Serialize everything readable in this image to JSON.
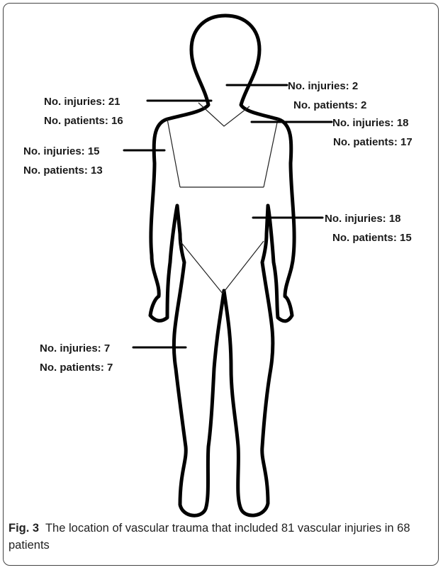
{
  "figure": {
    "labels": [
      {
        "id": "neck",
        "injuries": "No. injuries: 2",
        "patients": "No. patients: 2"
      },
      {
        "id": "shoulder-left",
        "injuries": "No. injuries: 21",
        "patients": "No. patients: 16"
      },
      {
        "id": "chest-right",
        "injuries": "No. injuries: 18",
        "patients": "No. patients: 17"
      },
      {
        "id": "arm-left",
        "injuries": "No. injuries: 15",
        "patients": "No. patients: 13"
      },
      {
        "id": "abdomen",
        "injuries": "No. injuries: 18",
        "patients": "No. patients: 15"
      },
      {
        "id": "leg",
        "injuries": "No. injuries: 7",
        "patients": "No. patients: 7"
      }
    ]
  },
  "caption": {
    "fig_label": "Fig. 3",
    "text": "The location of vascular trauma that included 81 vascular injuries in 68 patients"
  }
}
